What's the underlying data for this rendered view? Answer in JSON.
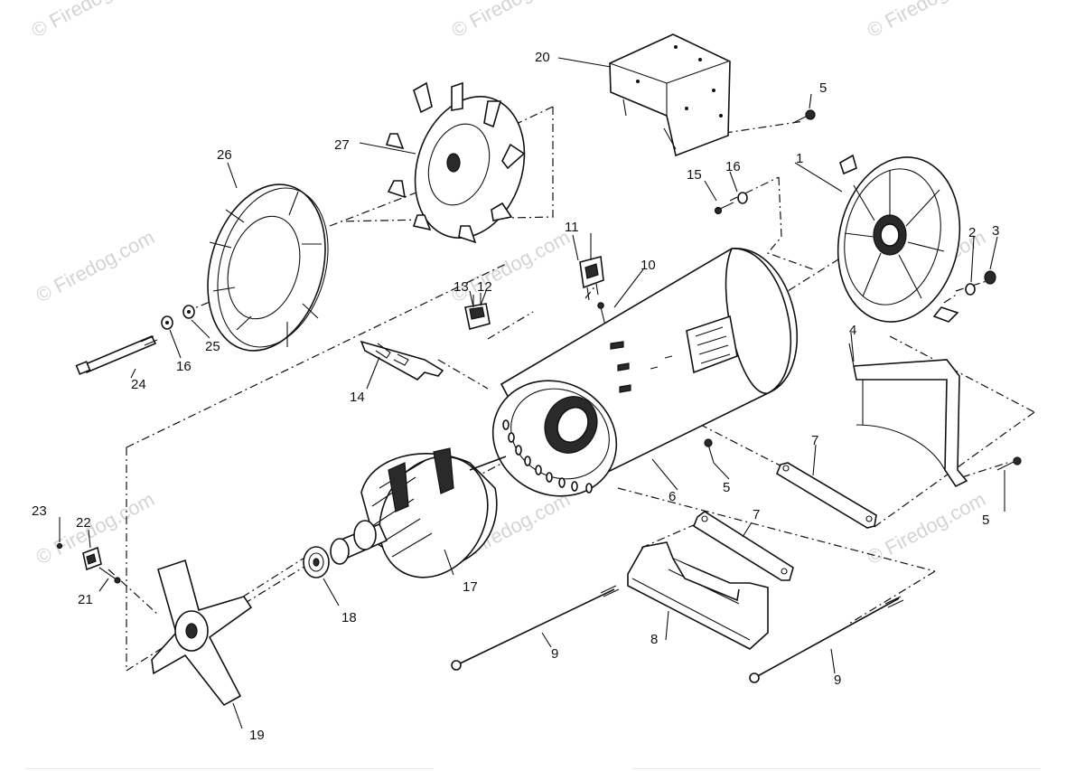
{
  "watermark": {
    "text": "© Firedog.com",
    "color": "#d4d4d4"
  },
  "parts": {
    "p1": "1",
    "p2": "2",
    "p3": "3",
    "p4": "4",
    "p5a": "5",
    "p5b": "5",
    "p5c": "5",
    "p6": "6",
    "p7a": "7",
    "p7b": "7",
    "p8": "8",
    "p9a": "9",
    "p9b": "9",
    "p10": "10",
    "p11": "11",
    "p12": "12",
    "p13": "13",
    "p14": "14",
    "p15": "15",
    "p16a": "16",
    "p16b": "16",
    "p17": "17",
    "p18": "18",
    "p19": "19",
    "p20": "20",
    "p21": "21",
    "p22": "22",
    "p23": "23",
    "p24": "24",
    "p25": "25",
    "p26": "26",
    "p27": "27"
  }
}
